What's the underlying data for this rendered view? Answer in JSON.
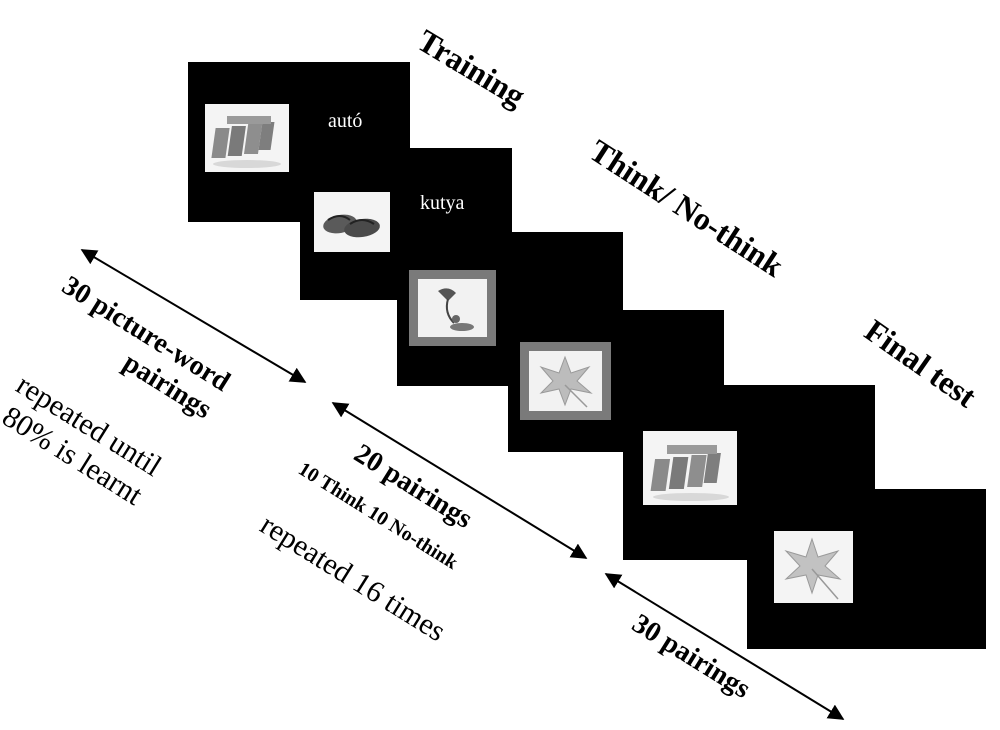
{
  "phases": {
    "training": "Training",
    "think_no_think": "Think/ No-think",
    "final_test": "Final test"
  },
  "screens": {
    "word_1": "autó",
    "word_2": "kutya"
  },
  "pictures": {
    "p1": "cards-house-icon",
    "p2": "slippers-icon",
    "p3": "lamp-icon",
    "p4": "leaf-icon",
    "p5": "cards-house-icon",
    "p6": "leaf-icon"
  },
  "training_info": {
    "count": "30 picture-word",
    "count_2": "pairings",
    "repeat_1": "repeated until",
    "repeat_2": "80% is learnt"
  },
  "tnt_info": {
    "count": "20 pairings",
    "split": "10 Think  10 No-think",
    "repeat": "repeated 16 times"
  },
  "final_info": {
    "count": "30 pairings"
  }
}
